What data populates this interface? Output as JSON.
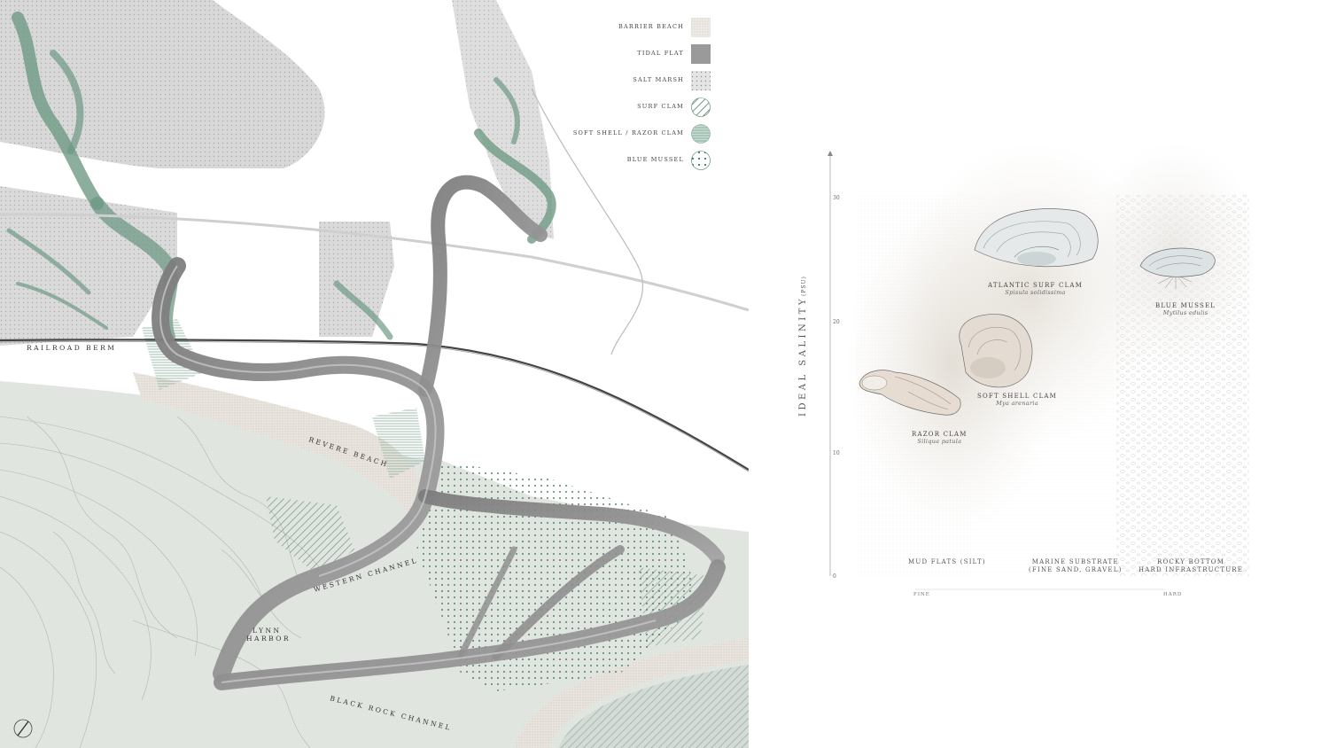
{
  "map": {
    "labels": {
      "railroad_berm": "RAILROAD BERM",
      "revere_beach": "REVERE BEACH",
      "western_channel": "WESTERN CHANNEL",
      "lynn": "LYNN",
      "harbor": "HARBOR",
      "black_rock_channel": "BLACK ROCK CHANNEL"
    },
    "legend": [
      {
        "label": "BARRIER BEACH",
        "swatch": "barrier-beach",
        "color": "#eeebe6"
      },
      {
        "label": "TIDAL FLAT",
        "swatch": "tidal-flat",
        "color": "#9a9a9a"
      },
      {
        "label": "SALT MARSH",
        "swatch": "salt-marsh",
        "color": "#d9d9d9"
      },
      {
        "label": "SURF CLAM",
        "swatch": "surf-clam",
        "color": "#4f7f68"
      },
      {
        "label": "SOFT SHELL / RAZOR CLAM",
        "swatch": "soft-shell-razor",
        "color": "#a9c8b7"
      },
      {
        "label": "BLUE MUSSEL",
        "swatch": "blue-mussel",
        "color": "#3f7a5e"
      }
    ],
    "colors": {
      "marsh_green": "#6e9a85",
      "channel_gray": "#8f8f8f",
      "harbor_bg": "#e3e6e1",
      "beach": "#e9e5de"
    }
  },
  "chart": {
    "ylabel": "IDEAL SALINITY",
    "yunit": "(PSU)",
    "yticks": [
      "30",
      "20",
      "10",
      "0"
    ],
    "x_fine": "FINE",
    "x_hard": "HARD",
    "substrates": [
      {
        "line1": "MUD FLATS (SILT)",
        "line2": ""
      },
      {
        "line1": "MARINE SUBSTRATE",
        "line2": "(FINE SAND, GRAVEL)"
      },
      {
        "line1": "ROCKY BOTTOM",
        "line2": "HARD INFRASTRUCTURE"
      }
    ],
    "species": [
      {
        "name": "ATLANTIC SURF CLAM",
        "latin": "Spisula solidissima"
      },
      {
        "name": "BLUE MUSSEL",
        "latin": "Mytilus edulis"
      },
      {
        "name": "SOFT SHELL CLAM",
        "latin": "Mya arenaria"
      },
      {
        "name": "RAZOR CLAM",
        "latin": "Siliqua patula"
      }
    ]
  }
}
